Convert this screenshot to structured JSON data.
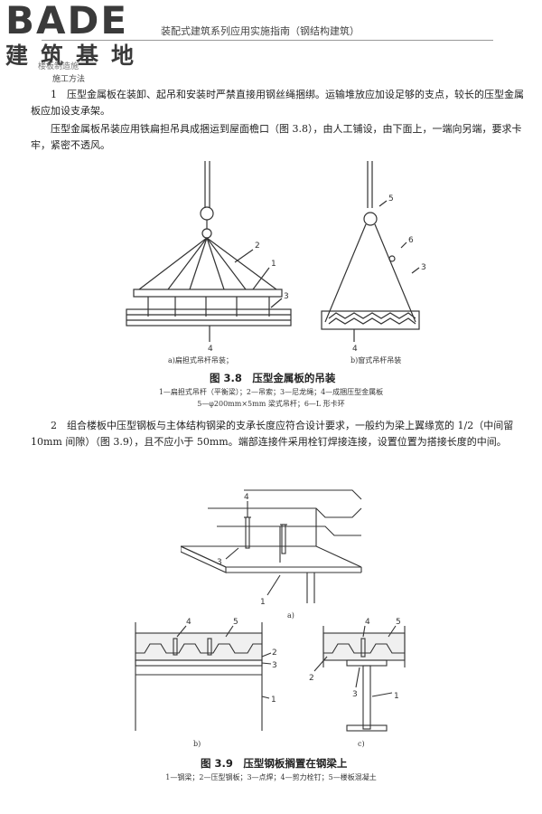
{
  "header": {
    "logo": "BADE",
    "logo_sub": "建筑基地",
    "running_title": "装配式建筑系列应用实施指南（钢结构建筑）",
    "tag1": "楼板制造施",
    "tag2": "施工方法"
  },
  "paragraphs": {
    "p1": "1　压型金属板在装卸、起吊和安装时严禁直接用钢丝绳捆绑。运输堆放应加设足够的支点，较长的压型金属板应加设支承架。",
    "p2": "压型金属板吊装应用铁扁担吊具成捆运到屋面檐口（图 3.8），由人工铺设，由下面上，一端向另端，要求卡牢，紧密不透风。",
    "p3": "2　组合楼板中压型钢板与主体结构钢梁的支承长度应符合设计要求，一般约为梁上翼缘宽的 1/2（中间留 10mm 间隙）（图 3.9），且不应小于 50mm。端部连接件采用栓钉焊接连接，设置位置为搭接长度的中间。"
  },
  "figure38": {
    "sub_a": "a)扁担式吊杆吊装；",
    "sub_b": "b)窗式吊杆吊装",
    "title": "图 3.8　压型金属板的吊装",
    "legend_line1": "1—扁担式吊杆（平衡梁）；2—吊索；3—尼龙绳；4—成捆压型金属板",
    "legend_line2": "5—φ200mm×5mm 梁式吊杆；6—L 形卡环",
    "labels_a": [
      "2",
      "1",
      "3",
      "4"
    ],
    "labels_b": [
      "5",
      "6",
      "3",
      "4"
    ]
  },
  "figure39": {
    "sub_a": "a)",
    "sub_b": "b)",
    "sub_c": "c)",
    "title": "图 3.9　压型钢板搁置在钢梁上",
    "legend": "1—钢梁；2—压型钢板；3—点焊；4—剪力栓钉；5—楼板混凝土",
    "labels_a": [
      "4",
      "3",
      "1"
    ],
    "labels_b": [
      "4",
      "5",
      "2",
      "3",
      "1"
    ],
    "labels_c": [
      "4",
      "5",
      "2",
      "3",
      "1"
    ]
  }
}
